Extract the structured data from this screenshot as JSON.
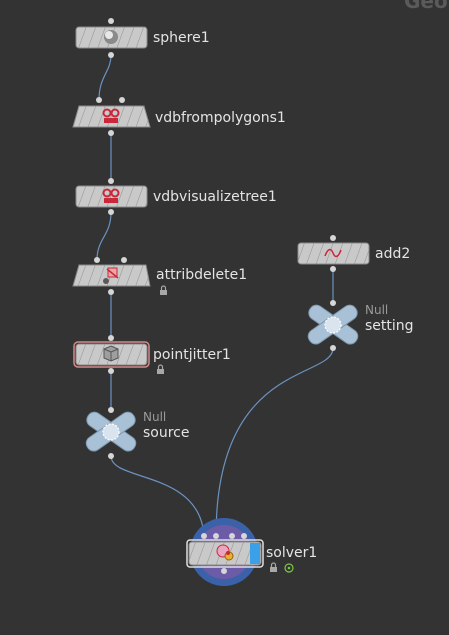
{
  "context_label": "Geo",
  "colors": {
    "background": "#333333",
    "wire": "#6b92c0",
    "solver_accent": "#3aa0e8",
    "selection_outline": "#d48a8a",
    "null_shape": "#a9c1d6",
    "display_flag": "#7ac943"
  },
  "nodes": {
    "sphere1": {
      "label": "sphere1",
      "icon": "sphere-icon"
    },
    "vdbfrompolygons1": {
      "label": "vdbfrompolygons1",
      "icon": "vdb-icon"
    },
    "vdbvisualizetree1": {
      "label": "vdbvisualizetree1",
      "icon": "vdb-icon"
    },
    "attribdelete1": {
      "label": "attribdelete1",
      "icon": "attribdelete-icon"
    },
    "pointjitter1": {
      "label": "pointjitter1",
      "icon": "pointjitter-icon"
    },
    "source": {
      "label": "source",
      "type": "Null"
    },
    "add2": {
      "label": "add2",
      "icon": "add-curve-icon"
    },
    "setting": {
      "label": "setting",
      "type": "Null"
    },
    "solver1": {
      "label": "solver1",
      "icon": "solver-icon"
    }
  }
}
